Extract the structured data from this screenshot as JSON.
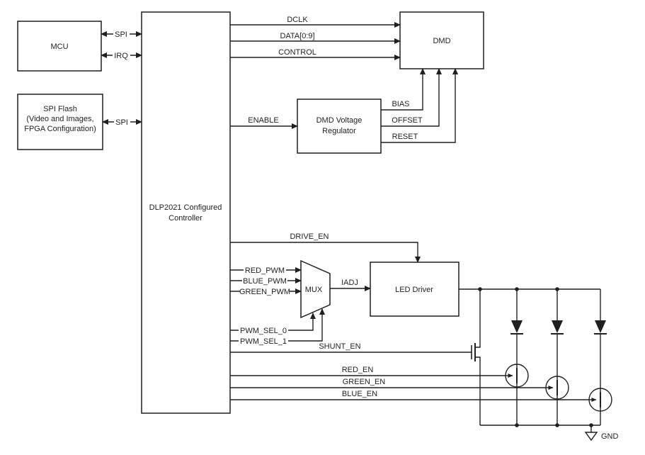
{
  "diagram": {
    "blocks": {
      "mcu": {
        "label": "MCU"
      },
      "spi_flash": {
        "line1": "SPI Flash",
        "line2": "(Video and Images,",
        "line3": "FPGA Configuration)"
      },
      "controller": {
        "line1": "DLP2021 Configured",
        "line2": "Controller"
      },
      "dmd": {
        "label": "DMD"
      },
      "dmd_regulator": {
        "line1": "DMD Voltage",
        "line2": "Regulator"
      },
      "mux": {
        "label": "MUX"
      },
      "led_driver": {
        "label": "LED Driver"
      }
    },
    "signals": {
      "spi_mcu": "SPI",
      "irq": "IRQ",
      "spi_flash": "SPI",
      "dclk": "DCLK",
      "data_bus": "DATA[0:9]",
      "control": "CONTROL",
      "enable": "ENABLE",
      "bias": "BIAS",
      "offset": "OFFSET",
      "reset": "RESET",
      "drive_en": "DRIVE_EN",
      "red_pwm": "RED_PWM",
      "blue_pwm": "BLUE_PWM",
      "green_pwm": "GREEN_PWM",
      "iadj": "IADJ",
      "pwm_sel_0": "PWM_SEL_0",
      "pwm_sel_1": "PWM_SEL_1",
      "shunt_en": "SHUNT_EN",
      "red_en": "RED_EN",
      "green_en": "GREEN_EN",
      "blue_en": "BLUE_EN",
      "gnd": "GND"
    },
    "colors": {
      "line": "#1f1f1f",
      "background": "#ffffff"
    }
  }
}
